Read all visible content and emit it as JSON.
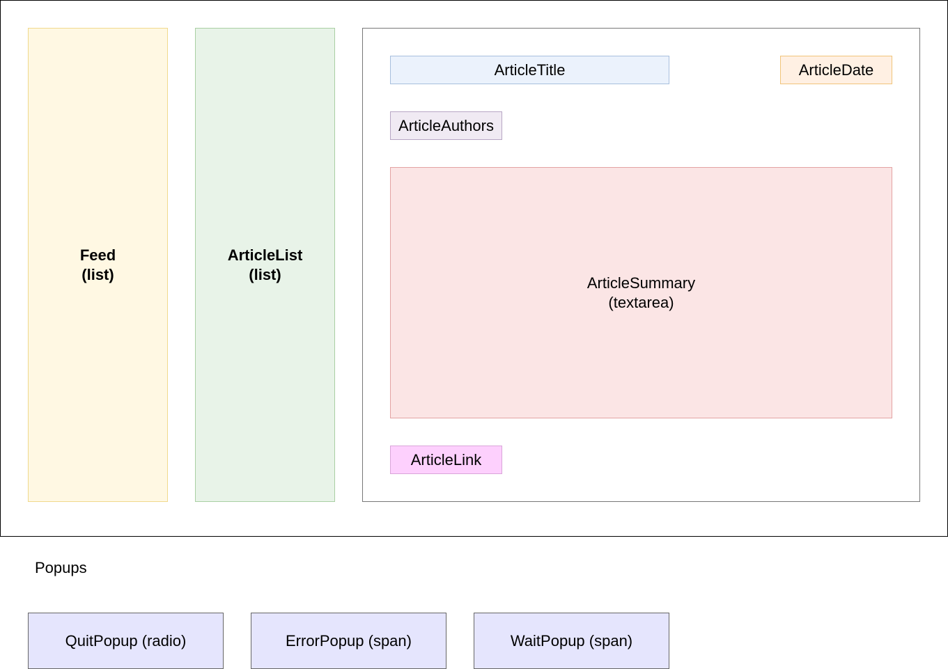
{
  "feed": {
    "title": "Feed",
    "subtitle": "(list)"
  },
  "article_list": {
    "title": "ArticleList",
    "subtitle": "(list)"
  },
  "article": {
    "title": "ArticleTitle",
    "date": "ArticleDate",
    "authors": "ArticleAuthors",
    "summary": {
      "title": "ArticleSummary",
      "subtitle": "(textarea)"
    },
    "link": "ArticleLink"
  },
  "popups": {
    "heading": "Popups",
    "items": [
      "QuitPopup (radio)",
      "ErrorPopup (span)",
      "WaitPopup (span)"
    ]
  },
  "colors": {
    "feed": "#fff8e3",
    "article_list": "#e8f3e8",
    "article_title": "#ebf2fc",
    "article_date": "#fff0e3",
    "article_authors": "#f0eaf3",
    "article_summary": "#fbe5e5",
    "article_link": "#fdd0fd",
    "popup": "#e5e5fd"
  }
}
